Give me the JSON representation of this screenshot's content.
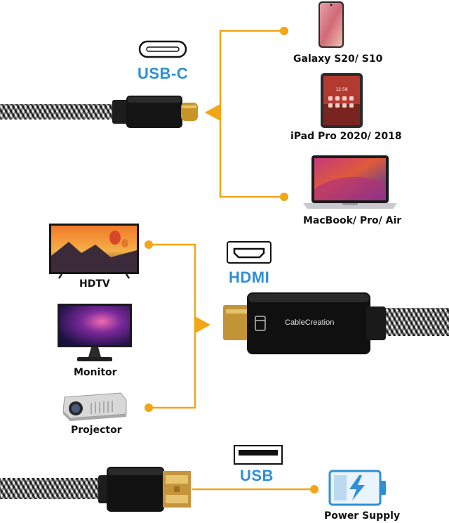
{
  "ports": {
    "usbc": {
      "label": "USB-C"
    },
    "hdmi": {
      "label": "HDMI"
    },
    "usb": {
      "label": "USB"
    }
  },
  "sources": [
    {
      "label": "Galaxy S20/ S10",
      "icon": "phone-icon"
    },
    {
      "label": "iPad Pro 2020/ 2018",
      "icon": "tablet-icon"
    },
    {
      "label": "MacBook/ Pro/ Air",
      "icon": "laptop-icon"
    }
  ],
  "displays": [
    {
      "label": "HDTV",
      "icon": "tv-icon"
    },
    {
      "label": "Monitor",
      "icon": "monitor-icon"
    },
    {
      "label": "Projector",
      "icon": "projector-icon"
    }
  ],
  "hdmi_connector": {
    "brand": "CableCreation"
  },
  "power": {
    "label": "Power Supply",
    "icon": "battery-charging-icon"
  },
  "colors": {
    "accent_line": "#f2a516",
    "title_blue": "#2e8fd6"
  }
}
